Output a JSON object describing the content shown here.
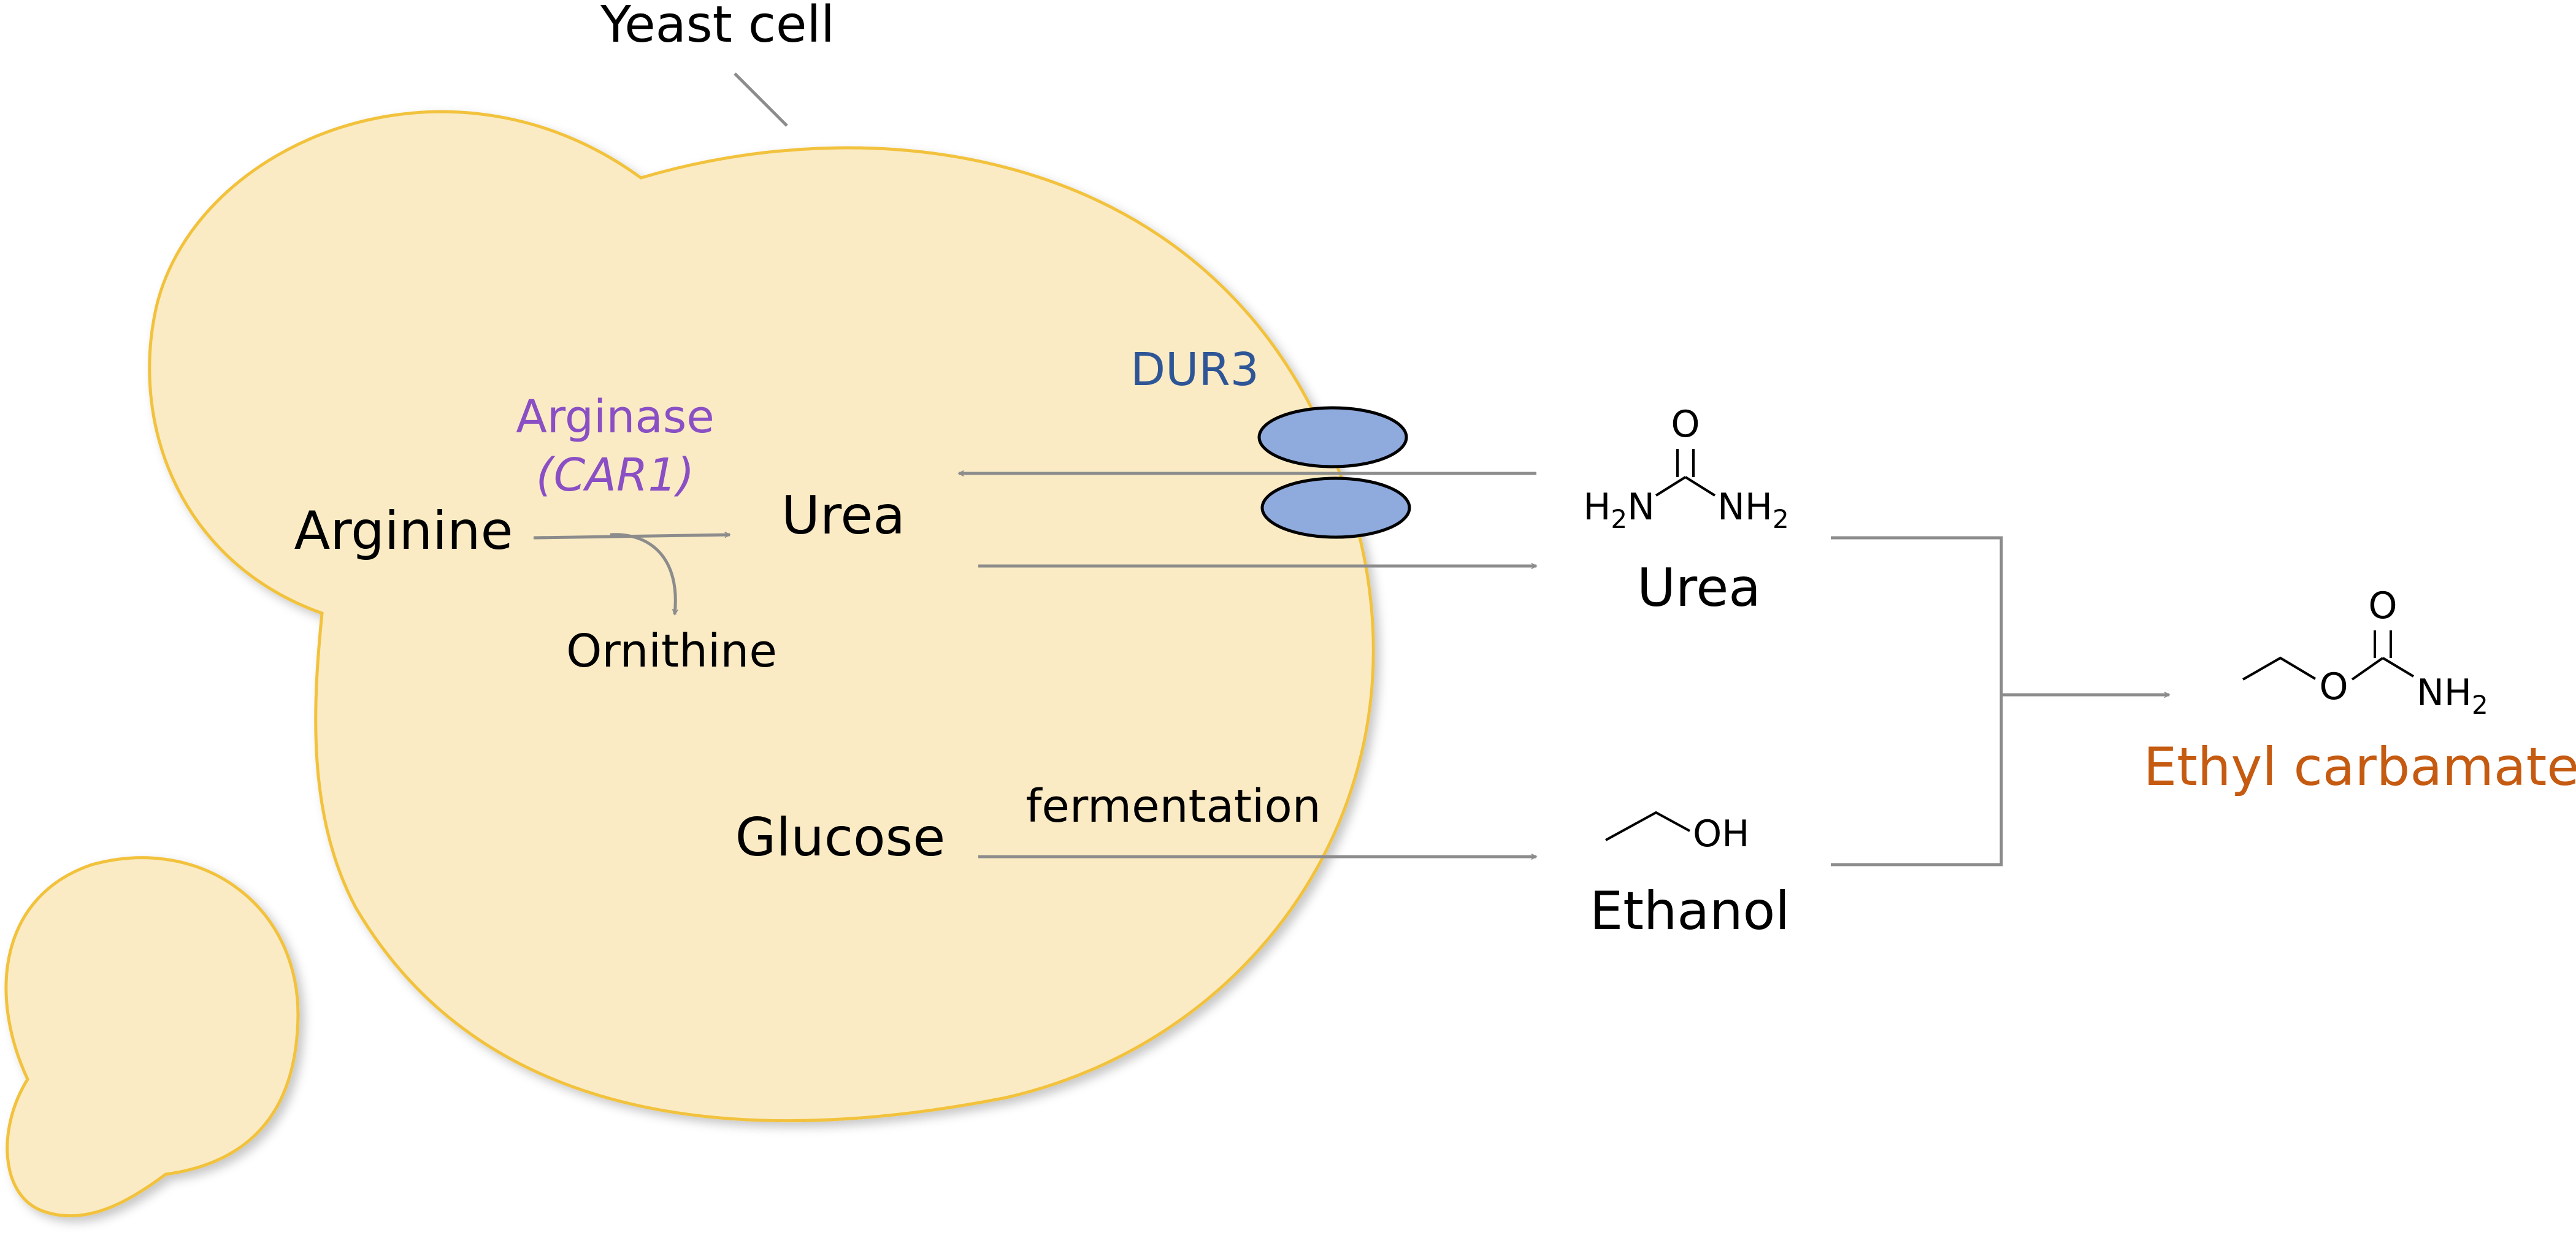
{
  "colors": {
    "cell_fill": "#FAEBC5",
    "cell_stroke": "#F2C23C",
    "arrow": "#8C8C8C",
    "enzyme": "#8A4FC4",
    "transporter_text": "#2E5596",
    "transporter_fill": "#8FAADC",
    "product": "#C55A11",
    "text": "#000000"
  },
  "labels": {
    "yeast_cell": "Yeast cell",
    "arginase": "Arginase",
    "car1": "(CAR1)",
    "dur3": "DUR3",
    "arginine": "Arginine",
    "urea_inside": "Urea",
    "ornithine": "Ornithine",
    "glucose": "Glucose",
    "fermentation": "fermentation",
    "urea_outside": "Urea",
    "ethanol": "Ethanol",
    "ethyl_carbamate": "Ethyl carbamate"
  },
  "structures": {
    "urea": {
      "o": "O",
      "h2n": "H",
      "h2n_sub": "2",
      "h2n_n": "N",
      "nh2_n": "NH",
      "nh2_sub": "2"
    },
    "ethanol": {
      "oh": "OH"
    },
    "ethyl_carbamate": {
      "o_carbonyl": "O",
      "o_ester": "O",
      "nh2": "NH",
      "nh2_sub": "2"
    }
  }
}
